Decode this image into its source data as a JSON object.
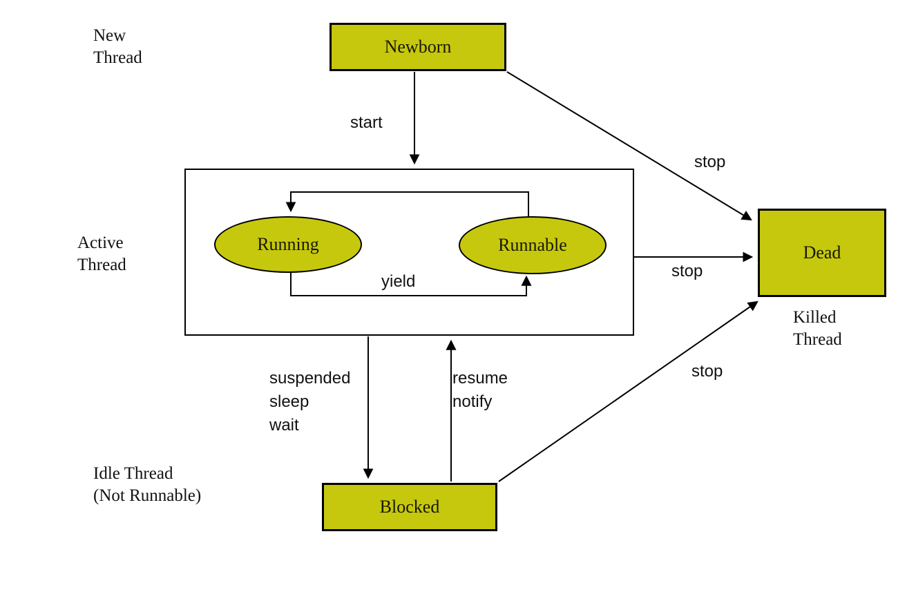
{
  "nodes": {
    "newborn": {
      "label": "Newborn"
    },
    "running": {
      "label": "Running"
    },
    "runnable": {
      "label": "Runnable"
    },
    "dead": {
      "label": "Dead"
    },
    "blocked": {
      "label": "Blocked"
    }
  },
  "annotations": {
    "new_thread": {
      "line1": "New",
      "line2": "Thread"
    },
    "active_thread": {
      "line1": "Active",
      "line2": "Thread"
    },
    "idle_thread": {
      "line1": "Idle Thread",
      "line2": "(Not Runnable)"
    },
    "killed_thread": {
      "line1": "Killed",
      "line2": "Thread"
    }
  },
  "edges": {
    "start": {
      "label": "start"
    },
    "yield": {
      "label": "yield"
    },
    "stop_newborn_dead": {
      "label": "stop"
    },
    "stop_active_dead": {
      "label": "stop"
    },
    "stop_blocked_dead": {
      "label": "stop"
    },
    "suspend": {
      "line1": "suspended",
      "line2": "sleep",
      "line3": "wait"
    },
    "resume": {
      "line1": "resume",
      "line2": "notify"
    }
  },
  "colors": {
    "state_fill": "#c6c80e",
    "state_border": "#000000",
    "edge_line": "#000000",
    "text": "#111111",
    "background": "#ffffff"
  }
}
